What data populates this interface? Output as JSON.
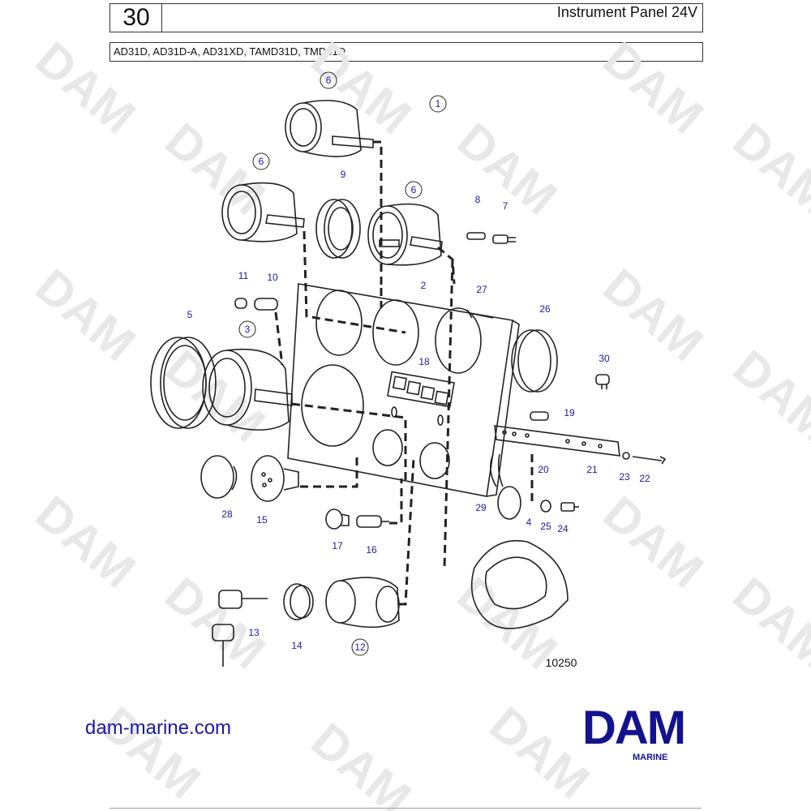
{
  "header": {
    "page_number": "30",
    "title": "Instrument Panel 24V",
    "models": "AD31D, AD31D-A, AD31XD, TAMD31D, TMD31D"
  },
  "diagram": {
    "drawing_number": "10250",
    "callouts": [
      "1",
      "2",
      "3",
      "4",
      "5",
      "6",
      "6",
      "6",
      "7",
      "8",
      "9",
      "10",
      "11",
      "12",
      "13",
      "14",
      "15",
      "16",
      "17",
      "18",
      "19",
      "20",
      "21",
      "22",
      "23",
      "24",
      "25",
      "26",
      "27",
      "28",
      "29",
      "30"
    ],
    "circled_callouts": [
      "1",
      "3",
      "6",
      "12"
    ],
    "watermark_text": "DAM"
  },
  "footer": {
    "website": "dam-marine.com",
    "logo_text": "DAM",
    "logo_subtext": "MARINE"
  },
  "colors": {
    "callout_blue": "#1a1aa0",
    "logo_blue": "#13138f",
    "line": "#222222",
    "watermark": "#e6e6e6"
  }
}
